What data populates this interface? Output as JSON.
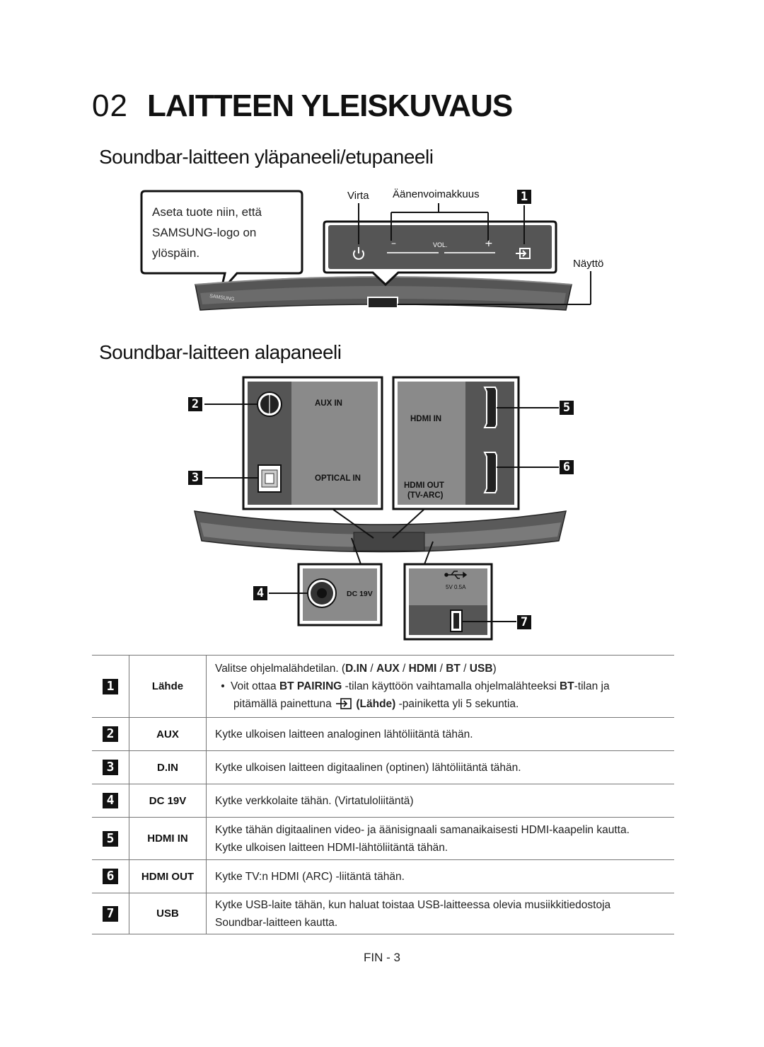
{
  "chapter": {
    "number": "02",
    "title": "LAITTEEN YLEISKUVAUS"
  },
  "sections": {
    "top": "Soundbar-laitteen yläpaneeli/etupaneeli",
    "bottom": "Soundbar-laitteen alapaneeli"
  },
  "callout": {
    "text": "Aseta tuote niin, että SAMSUNG-logo on ylöspäin."
  },
  "top_labels": {
    "power": "Virta",
    "volume": "Äänenvoimakkuus",
    "display": "Näyttö",
    "vol_text": "VOL.",
    "brand": "SAMSUNG"
  },
  "bottom_labels": {
    "aux_in": "AUX IN",
    "optical_in": "OPTICAL IN",
    "hdmi_in": "HDMI IN",
    "hdmi_out": "HDMI OUT",
    "tv_arc": "(TV-ARC)",
    "dc": "DC 19V",
    "usb_rating": "5V 0.5A"
  },
  "badges": [
    "1",
    "2",
    "3",
    "4",
    "5",
    "6",
    "7"
  ],
  "table": [
    {
      "num": "1",
      "name": "Lähde"
    },
    {
      "num": "2",
      "name": "AUX",
      "desc": "Kytke ulkoisen laitteen analoginen lähtöliitäntä tähän."
    },
    {
      "num": "3",
      "name": "D.IN",
      "desc": "Kytke ulkoisen laitteen digitaalinen (optinen) lähtöliitäntä tähän."
    },
    {
      "num": "4",
      "name": "DC 19V",
      "desc": "Kytke verkkolaite tähän. (Virtatuloliitäntä)"
    },
    {
      "num": "5",
      "name": "HDMI IN",
      "desc1": "Kytke tähän digitaalinen video- ja äänisignaali samanaikaisesti HDMI-kaapelin kautta.",
      "desc2": "Kytke ulkoisen laitteen HDMI-lähtöliitäntä tähän."
    },
    {
      "num": "6",
      "name": "HDMI OUT",
      "desc": "Kytke TV:n HDMI (ARC) -liitäntä tähän."
    },
    {
      "num": "7",
      "name": "USB",
      "desc1": "Kytke USB-laite tähän, kun haluat toistaa  USB-laitteessa olevia musiikkitiedostoja",
      "desc2": "Soundbar-laitteen kautta."
    }
  ],
  "row1": {
    "line1_pre": "Valitse ohjelmalähdetilan. (",
    "opt_din": "D.IN",
    "sep": " / ",
    "opt_aux": "AUX",
    "opt_hdmi": "HDMI",
    "opt_bt": "BT",
    "opt_usb": "USB",
    "line1_post": ")",
    "bullet": "•",
    "line2_pre": "Voit ottaa ",
    "bt_pairing": "BT PAIRING",
    "line2_mid": " -tilan käyttöön vaihtamalla ohjelmalähteeksi ",
    "bt": "BT",
    "line2_post": "-tilan ja",
    "line3_pre": "pitämällä painettuna ",
    "lahde": "(Lähde)",
    "line3_post": " -painiketta yli 5 sekuntia."
  },
  "page": "FIN - 3"
}
